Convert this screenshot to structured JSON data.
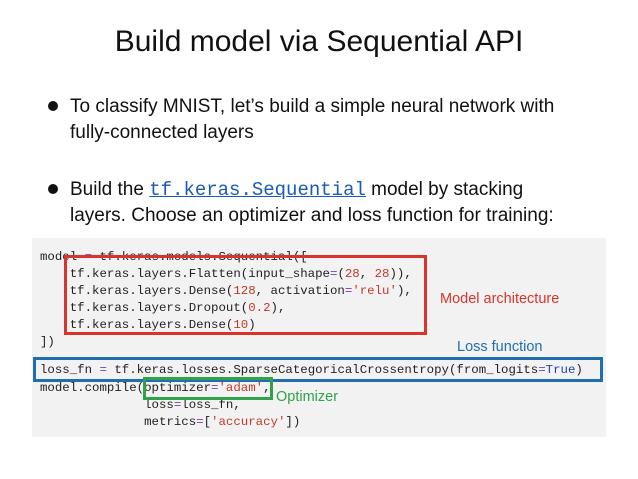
{
  "slide": {
    "title": "Build model via Sequential API",
    "bullet1": {
      "line1": "To classify MNIST, let’s build a simple neural network with",
      "line2": "fully-connected layers"
    },
    "bullet2": {
      "pre": "Build the ",
      "link": "tf.keras.Sequential",
      "post": " model by stacking",
      "line2": "layers. Choose an optimizer and loss function for training:"
    }
  },
  "code": {
    "l1": {
      "a": "model ",
      "b": "=",
      "c": " tf.keras.models.Sequential(["
    },
    "l2": {
      "a": "    tf.keras.layers.Flatten(input_shape",
      "b": "=",
      "c": "(",
      "d": "28",
      "e": ", ",
      "f": "28",
      "g": ")),"
    },
    "l3": {
      "a": "    tf.keras.layers.Dense(",
      "b": "128",
      "c": ", activation",
      "d": "=",
      "e": "'relu'",
      "f": "),"
    },
    "l4": {
      "a": "    tf.keras.layers.Dropout(",
      "b": "0.2",
      "c": "),"
    },
    "l5": {
      "a": "    tf.keras.layers.Dense(",
      "b": "10",
      "c": ")"
    },
    "l6": {
      "a": "])"
    },
    "l7": {
      "a": "loss_fn ",
      "b": "=",
      "c": " tf.keras.losses.SparseCategoricalCrossentropy(from_logits",
      "d": "=",
      "e": "True",
      "f": ")"
    },
    "l8": {
      "a": "model.compile(optimizer",
      "b": "=",
      "c": "'adam'",
      "d": ","
    },
    "l9": {
      "a": "              loss",
      "b": "=",
      "c": "loss_fn,"
    },
    "l10": {
      "a": "              metrics",
      "b": "=",
      "c": "[",
      "d": "'accuracy'",
      "e": "])"
    }
  },
  "annotations": {
    "model_architecture": "Model architecture",
    "loss_function": "Loss function",
    "optimizer": "Optimizer"
  },
  "colors": {
    "red": "#d9342b",
    "blue": "#1f6fb0",
    "green": "#2fa24a",
    "link": "#1a5ab8"
  }
}
